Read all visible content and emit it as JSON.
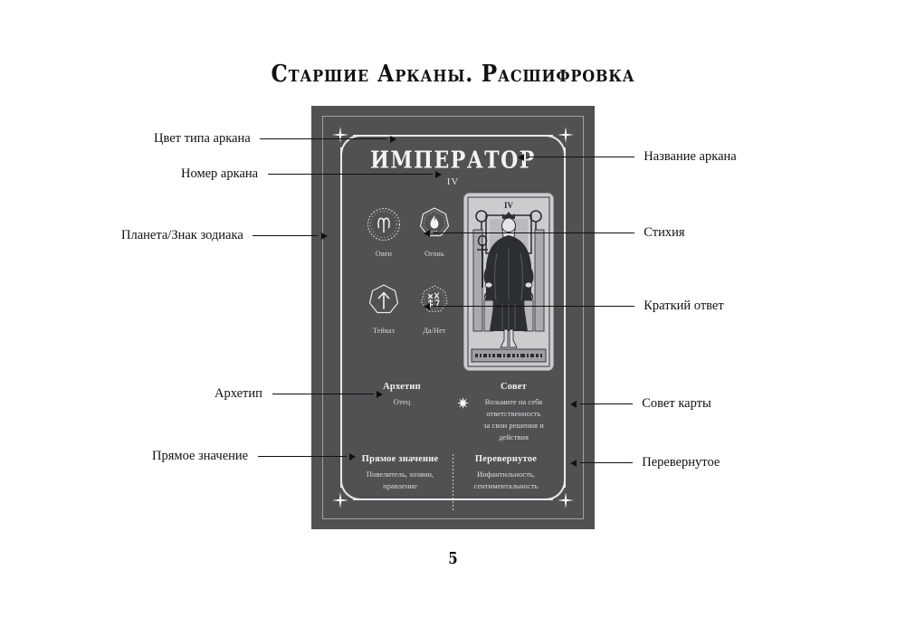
{
  "page": {
    "title": "Старшие Арканы. Расшифровка",
    "folio": "5"
  },
  "card": {
    "name": "ИМПЕРАТОР",
    "number": "IV",
    "illustration_number": "IV",
    "badges": [
      {
        "label": "Овен",
        "icon": "aries-zodiac-icon"
      },
      {
        "label": "Огонь",
        "icon": "fire-element-icon"
      },
      {
        "label": "Тейваз",
        "icon": "tiwaz-rune-icon"
      },
      {
        "label": "Да/Нет",
        "icon": "yes-no-icon"
      }
    ],
    "archetype": {
      "heading": "Архетип",
      "value": "Отец"
    },
    "advice": {
      "heading": "Совет",
      "line1": "Возьмите на себя ответственность",
      "line2": "за свои решения и действия"
    },
    "upright": {
      "heading": "Прямое значение",
      "line1": "Повелитель, хозяин,",
      "line2": "правление"
    },
    "reversed": {
      "heading": "Перевернутое",
      "line1": "Инфантильность,",
      "line2": "сентиментальность"
    }
  },
  "callouts": {
    "left": [
      {
        "label": "Цвет типа аркана"
      },
      {
        "label": "Номер аркана"
      },
      {
        "label": "Планета/Знак зодиака"
      },
      {
        "label": "Архетип"
      },
      {
        "label": "Прямое значение"
      }
    ],
    "right": [
      {
        "label": "Название аркана"
      },
      {
        "label": "Стихия"
      },
      {
        "label": "Краткий ответ"
      },
      {
        "label": "Совет карты"
      },
      {
        "label": "Перевернутое"
      }
    ]
  },
  "colors": {
    "card_background": "#4f5153",
    "card_text": "#f1f2f3",
    "page_background": "#ffffff",
    "ink": "#111111"
  }
}
